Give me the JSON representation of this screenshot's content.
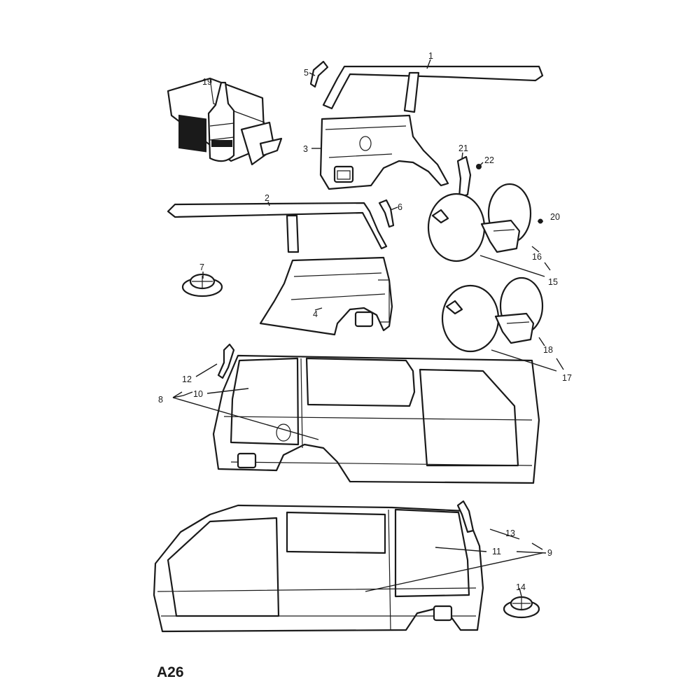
{
  "page_code": "A26",
  "callouts": [
    "1",
    "2",
    "3",
    "4",
    "5",
    "6",
    "7",
    "8",
    "9",
    "10",
    "11",
    "12",
    "13",
    "14",
    "15",
    "16",
    "17",
    "18",
    "19",
    "20",
    "21",
    "22"
  ],
  "colors": {
    "ink": "#1a1a1a",
    "paper": "#ffffff"
  }
}
